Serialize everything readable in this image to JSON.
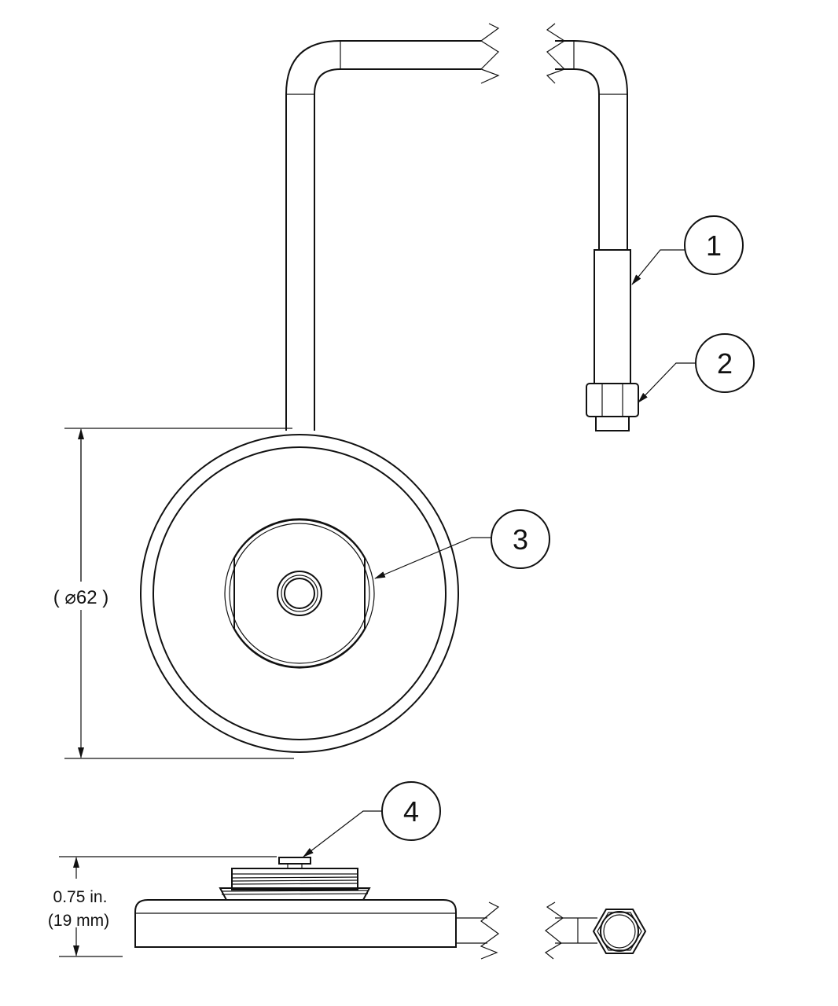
{
  "callouts": [
    {
      "number": "1"
    },
    {
      "number": "2"
    },
    {
      "number": "3"
    },
    {
      "number": "4"
    }
  ],
  "dimensions": {
    "diameter": "( ⌀62 )",
    "height_in": "0.75 in.",
    "height_mm": "(19 mm)"
  }
}
